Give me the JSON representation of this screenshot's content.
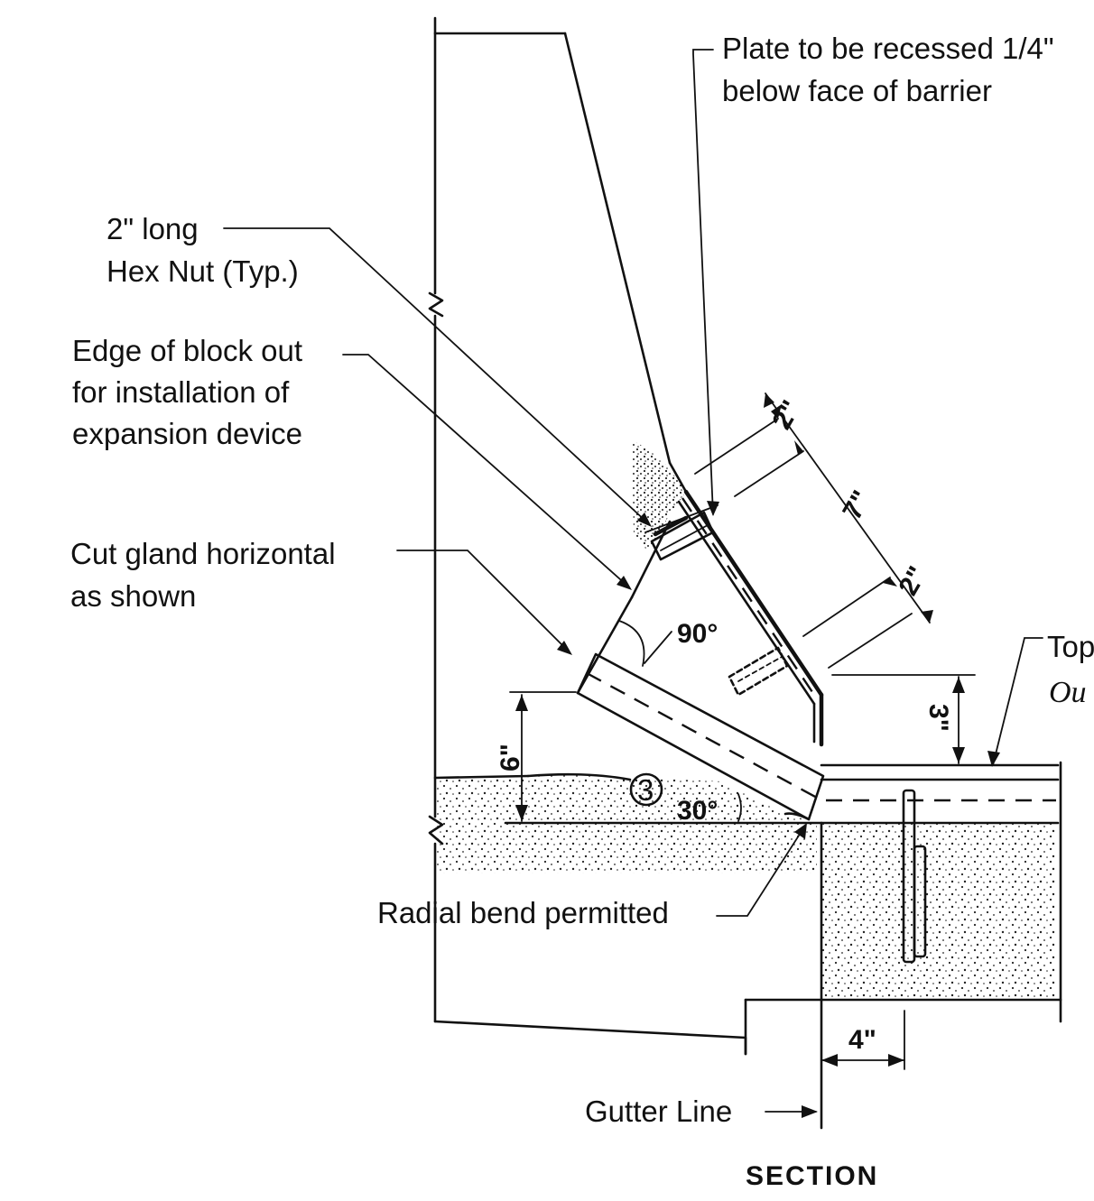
{
  "labels": {
    "plate_note_line1": "Plate to be recessed 1/4\"",
    "plate_note_line2": "below face of barrier",
    "hex_nut_line1": "2\" long",
    "hex_nut_line2": "Hex Nut (Typ.)",
    "block_out_line1": "Edge of block out",
    "block_out_line2": "for installation of",
    "block_out_line3": "expansion device",
    "gland_line1": "Cut gland horizontal",
    "gland_line2": "as shown",
    "top_partial": "Top",
    "out_partial": "Ou",
    "radial_bend": "Radial bend permitted",
    "gutter_line": "Gutter Line",
    "section_title": "SECTION"
  },
  "dimensions": {
    "top_offset": "2\"",
    "plate_length": "7\"",
    "bottom_offset": "2\"",
    "angle_right": "90°",
    "rise_left": "6\"",
    "rise_right": "3\"",
    "angle_slope": "30°",
    "gutter_offset": "4\"",
    "callout_number": "3"
  },
  "colors": {
    "line": "#111111",
    "background": "#ffffff",
    "stipple": "#222222"
  }
}
